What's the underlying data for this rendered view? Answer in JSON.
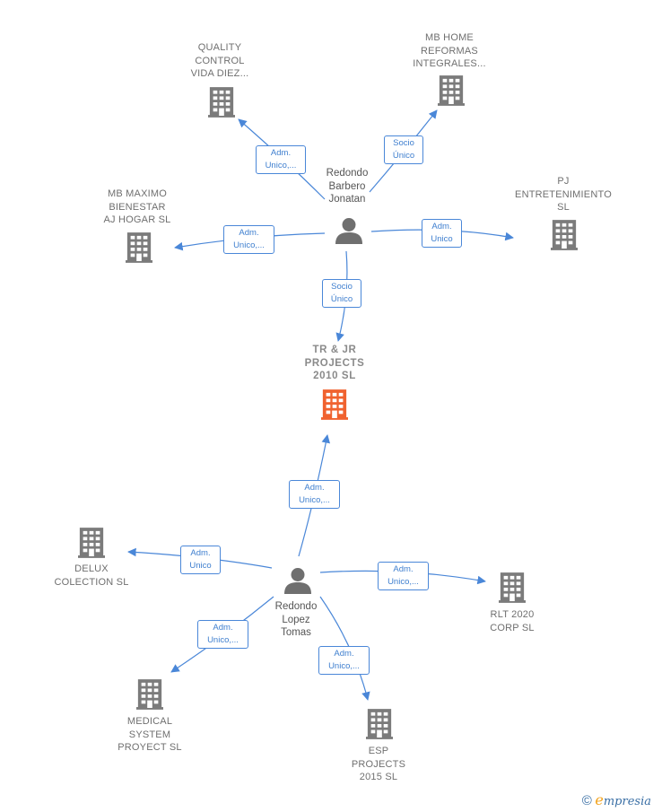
{
  "colors": {
    "edge": "#4a87d8",
    "building": "#7b7b7b",
    "main_building": "#f0622f",
    "person": "#6f6f6f"
  },
  "nodes": {
    "quality_control": {
      "label": "QUALITY\nCONTROL\nVIDA DIEZ..."
    },
    "mb_home": {
      "label": "MB HOME\nREFORMAS\nINTEGRALES..."
    },
    "mb_maximo": {
      "label": "MB MAXIMO\nBIENESTAR\nAJ HOGAR  SL"
    },
    "pj_entretenimiento": {
      "label": "PJ\nENTRETENIMIENTO\nSL"
    },
    "tr_jr": {
      "label": "TR & JR\nPROJECTS\n2010  SL"
    },
    "delux": {
      "label": "DELUX\nCOLECTION SL"
    },
    "rlt_2020": {
      "label": "RLT 2020\nCORP  SL"
    },
    "medical_system": {
      "label": "MEDICAL\nSYSTEM\nPROYECT SL"
    },
    "esp_projects": {
      "label": "ESP\nPROJECTS\n2015  SL"
    }
  },
  "persons": {
    "redondo_barbero": {
      "label": "Redondo\nBarbero\nJonatan"
    },
    "redondo_lopez": {
      "label": "Redondo\nLopez\nTomas"
    }
  },
  "edges": {
    "rb_quality": "Adm.\nUnico,...",
    "rb_mbhome": "Socio\nÚnico",
    "rb_mbmaximo": "Adm.\nUnico,...",
    "rb_pj": "Adm.\nUnico",
    "rb_trjr": "Socio\nÚnico",
    "rl_trjr": "Adm.\nUnico,...",
    "rl_delux": "Adm.\nUnico",
    "rl_rlt": "Adm.\nUnico,...",
    "rl_medical": "Adm.\nUnico,...",
    "rl_esp": "Adm.\nUnico,..."
  },
  "footer": {
    "copyright": "©",
    "brand_first": "e",
    "brand_rest": "mpresia"
  }
}
